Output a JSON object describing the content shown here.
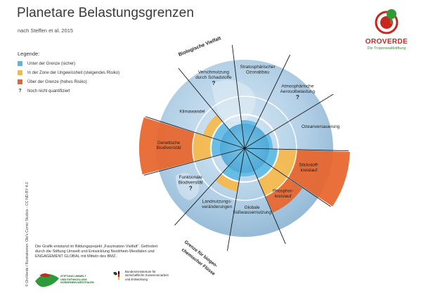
{
  "title": "Planetare Belastungsgrenzen",
  "subtitle": "nach Steffen et al. 2015",
  "legend": {
    "title": "Legende:",
    "items": [
      {
        "label": "Unter der Grenze (sicher)",
        "color": "#57b8e4"
      },
      {
        "label": "In der Zone der Ungewissheit (steigendes Risiko)",
        "color": "#f7b84a"
      },
      {
        "label": "Über der Grenze (hohes Risiko)",
        "color": "#e8642a"
      },
      {
        "label": "Noch nicht quantifiziert",
        "symbol": "?"
      }
    ]
  },
  "diagram": {
    "colors": {
      "safe": "#57b8e4",
      "uncertain": "#f7b84a",
      "high_risk": "#e8642a"
    },
    "group_labels": {
      "biodiversity": "Biologische Vielfalt",
      "biogeochemical_line1": "Grenze für biogeo-",
      "biogeochemical_line2": "chemischer Flüsse"
    },
    "segments": [
      {
        "name": "genetic-diversity",
        "lines": [
          "Genetische",
          "Biodiversität"
        ],
        "status": "Über der Grenze (hohes Risiko)",
        "quantified": true
      },
      {
        "name": "climate-change",
        "lines": [
          "Klimawandel"
        ],
        "status": "In der Zone der Ungewissheit (steigendes Risiko)",
        "quantified": true
      },
      {
        "name": "novel-entities",
        "lines": [
          "Verschmutzung",
          "durch Schadstoffe"
        ],
        "status": "Noch nicht quantifiziert",
        "quantified": false
      },
      {
        "name": "ozone-depletion",
        "lines": [
          "Stratosphärischer",
          "Ozonabbau"
        ],
        "status": "Unter der Grenze (sicher)",
        "quantified": true
      },
      {
        "name": "aerosol-loading",
        "lines": [
          "Atmosphärische",
          "Aerosolbelastung"
        ],
        "status": "Noch nicht quantifiziert",
        "quantified": false
      },
      {
        "name": "ocean-acidification",
        "lines": [
          "Ozeanversauerung"
        ],
        "status": "Unter der Grenze (sicher)",
        "quantified": true
      },
      {
        "name": "nitrogen-cycle",
        "lines": [
          "Stickstoff-",
          "kreislauf"
        ],
        "status": "Über der Grenze (hohes Risiko)",
        "quantified": true
      },
      {
        "name": "phosphorus-cycle",
        "lines": [
          "Phosphor-",
          "kreislauf"
        ],
        "status": "Über der Grenze (hohes Risiko)",
        "quantified": true
      },
      {
        "name": "freshwater-use",
        "lines": [
          "Globale",
          "Süßwassernutzung"
        ],
        "status": "Unter der Grenze (sicher)",
        "quantified": true
      },
      {
        "name": "land-system-change",
        "lines": [
          "Landnutzungs-",
          "veränderungen"
        ],
        "status": "In der Zone der Ungewissheit (steigendes Risiko)",
        "quantified": true
      },
      {
        "name": "functional-diversity",
        "lines": [
          "Funktionale",
          "Biodiversität"
        ],
        "status": "Noch nicht quantifiziert",
        "quantified": false
      }
    ],
    "question_mark": "?"
  },
  "brand": {
    "name": "OROVERDE",
    "tagline": "Die Tropenwaldstiftung",
    "red": "#c8261e",
    "green": "#2e9a3a"
  },
  "credit": "© OroVerde / Illustrationen: Ole's Comic Studios - CC ND-BY 4.0",
  "funding_text": "Die Grafik entstand im Bildungsprojekt „Faszination Vielfalt\". Gefördert durch die Stiftung Umwelt und Entwicklung Nordrhein-Westfalen und ENGAGEMENT GLOBAL mit Mitteln des BMZ.",
  "sponsor_logos": {
    "left_lines": [
      "STIFTUNG UMWELT",
      "UND ENTWICKLUNG",
      "NORDRHEIN-WESTFALEN"
    ],
    "right_lines": [
      "Bundesministerium für",
      "wirtschaftliche Zusammenarbeit",
      "und Entwicklung"
    ]
  }
}
